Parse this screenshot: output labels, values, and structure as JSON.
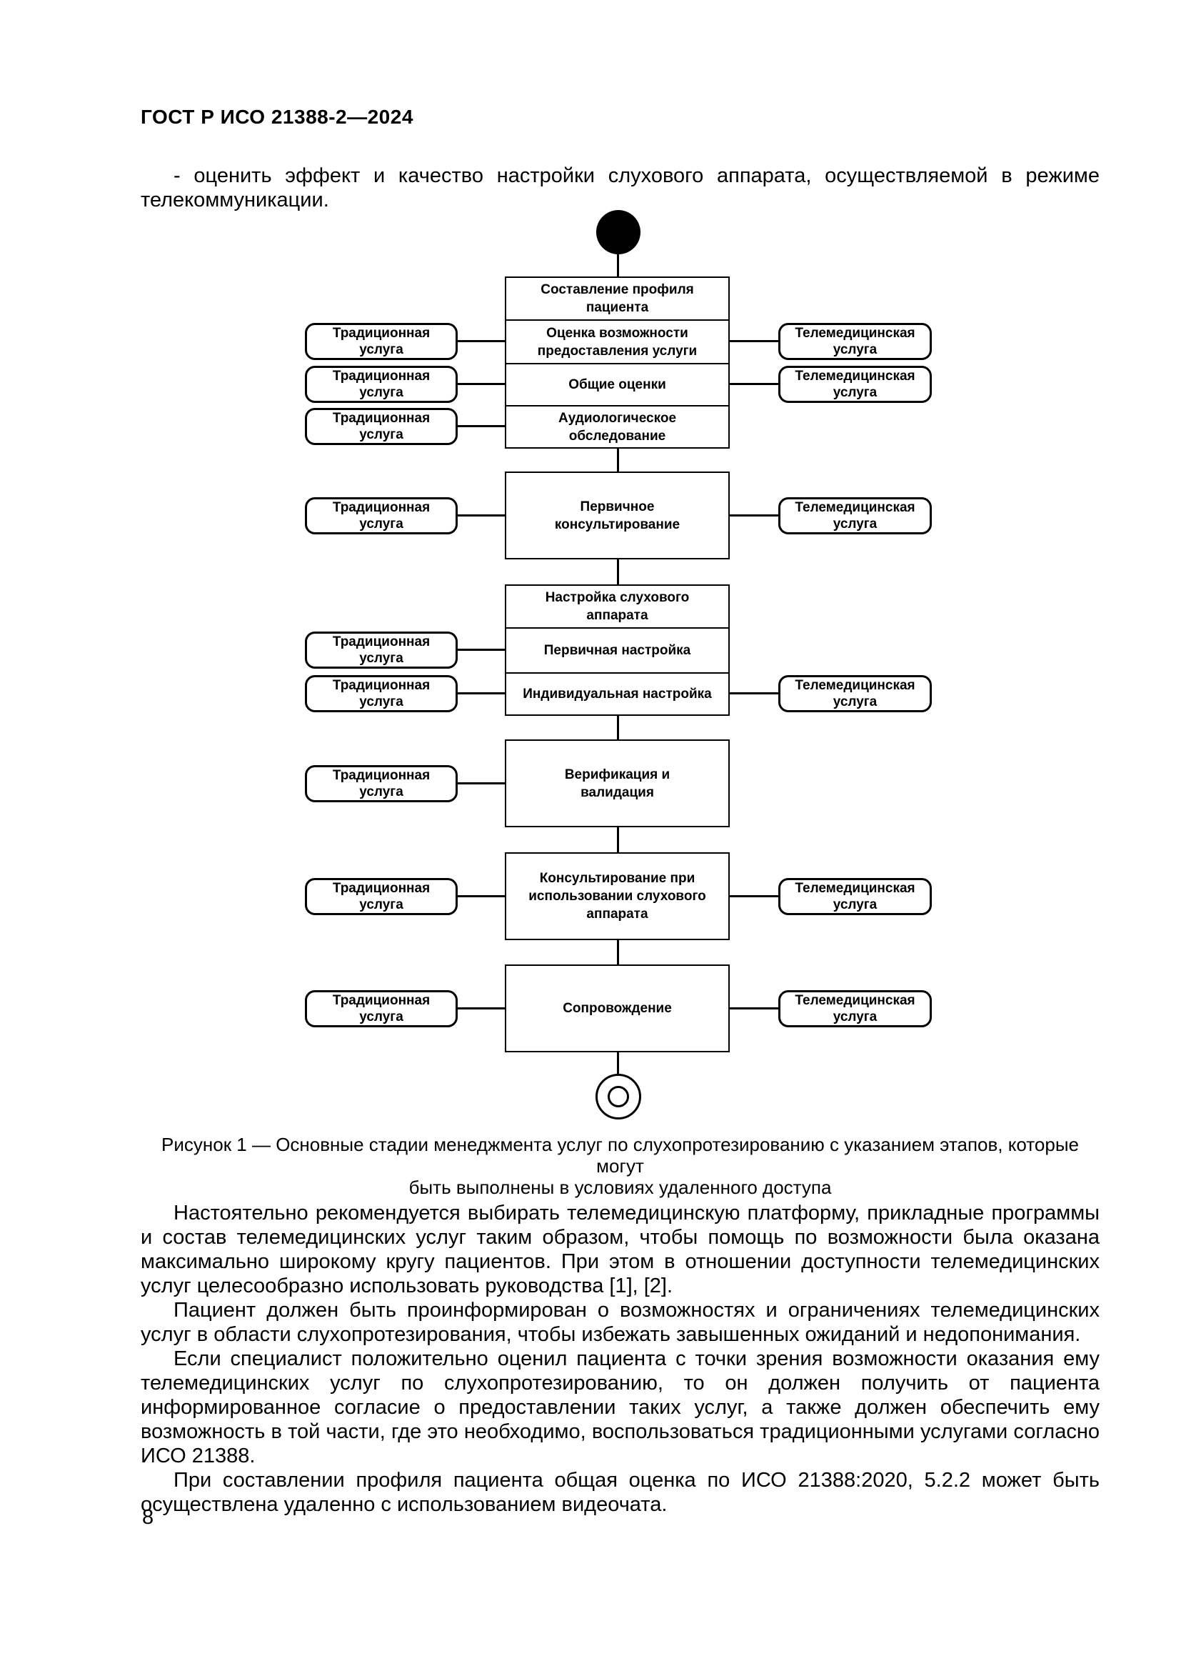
{
  "header": {
    "doc_code": "ГОСТ Р ИСО 21388-2—2024"
  },
  "intro_paragraph": "- оценить эффект и качество настройки слухового аппарата, осуществляемой в режиме телекоммуникации.",
  "figure": {
    "left_service_label": "Традиционная\nуслуга",
    "right_service_label": "Телемедицинская\nуслуга",
    "stages": {
      "profile_title": "Составление профиля\nпациента",
      "profile_rows": [
        "Оценка возможности\nпредоставления услуги",
        "Общие оценки",
        "Аудиологическое\nобследование"
      ],
      "initial_consult": "Первичное\nконсультирование",
      "fitting_title": "Настройка слухового\nаппарата",
      "fitting_rows": [
        "Первичная настройка",
        "Индивидуальная настройка"
      ],
      "verification": "Верификация и\nвалидация",
      "usage_consult": "Консультирование при\nиспользовании слухового\nаппарата",
      "followup": "Сопровождение"
    },
    "caption": "Рисунок 1 — Основные стадии менеджмента услуг по слухопротезированию с указанием этапов, которые могут\nбыть выполнены в условиях удаленного доступа"
  },
  "body": {
    "paragraphs": [
      "Настоятельно рекомендуется выбирать телемедицинскую платформу, прикладные программы и состав телемедицинских услуг таким образом, чтобы помощь по возможности была оказана максимально широкому кругу пациентов. При этом в отношении доступности телемедицинских услуг целесообразно использовать руководства [1], [2].",
      "Пациент должен быть проинформирован о возможностях и ограничениях телемедицинских услуг в области слухопротезирования, чтобы избежать завышенных ожиданий и недопонимания.",
      "Если специалист положительно оценил пациента с точки зрения возможности оказания ему телемедицинских услуг по слухопротезированию, то он должен получить от пациента информированное согласие о предоставлении таких услуг, а также должен обеспечить ему возможность в той части, где это необходимо, воспользоваться традиционными услугами согласно ИСО 21388.",
      "При составлении профиля пациента общая оценка по ИСО 21388:2020, 5.2.2 может быть осуществлена удаленно с использованием видеочата."
    ]
  },
  "footer": {
    "page_number": "8"
  }
}
